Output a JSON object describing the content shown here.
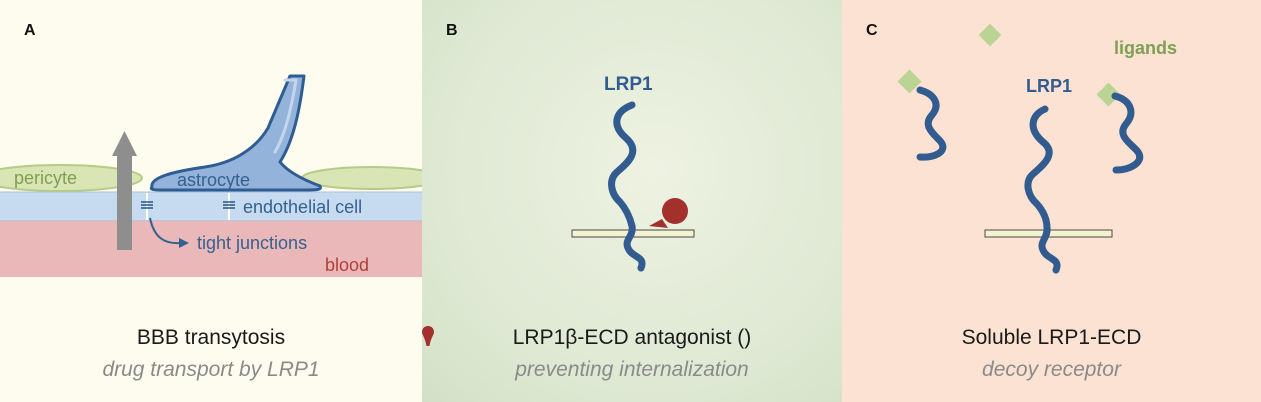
{
  "panels": [
    {
      "letter": "A",
      "labels": {
        "pericyte": "pericyte",
        "astrocyte": "astrocyte",
        "endothelial_cell": "endothelial cell",
        "tight_junctions": "tight junctions",
        "blood": "blood"
      },
      "title": "BBB transytosis",
      "subtitle": "drug transport by LRP1"
    },
    {
      "letter": "B",
      "labels": {
        "lrp1": "LRP1"
      },
      "title_prefix": "LRP1β-ECD antagonist (",
      "title_suffix": ")",
      "subtitle": "preventing internalization"
    },
    {
      "letter": "C",
      "labels": {
        "ligands": "ligands",
        "lrp1": "LRP1"
      },
      "title": "Soluble LRP1-ECD",
      "subtitle": "decoy receptor"
    }
  ],
  "colors": {
    "receptor": "#325b8f",
    "antagonist": "#a3302d",
    "ligand": "#b9d493",
    "pericyte_label": "#7f9f52",
    "blood_label": "#b0403d",
    "endothelial_label": "#35608f"
  }
}
